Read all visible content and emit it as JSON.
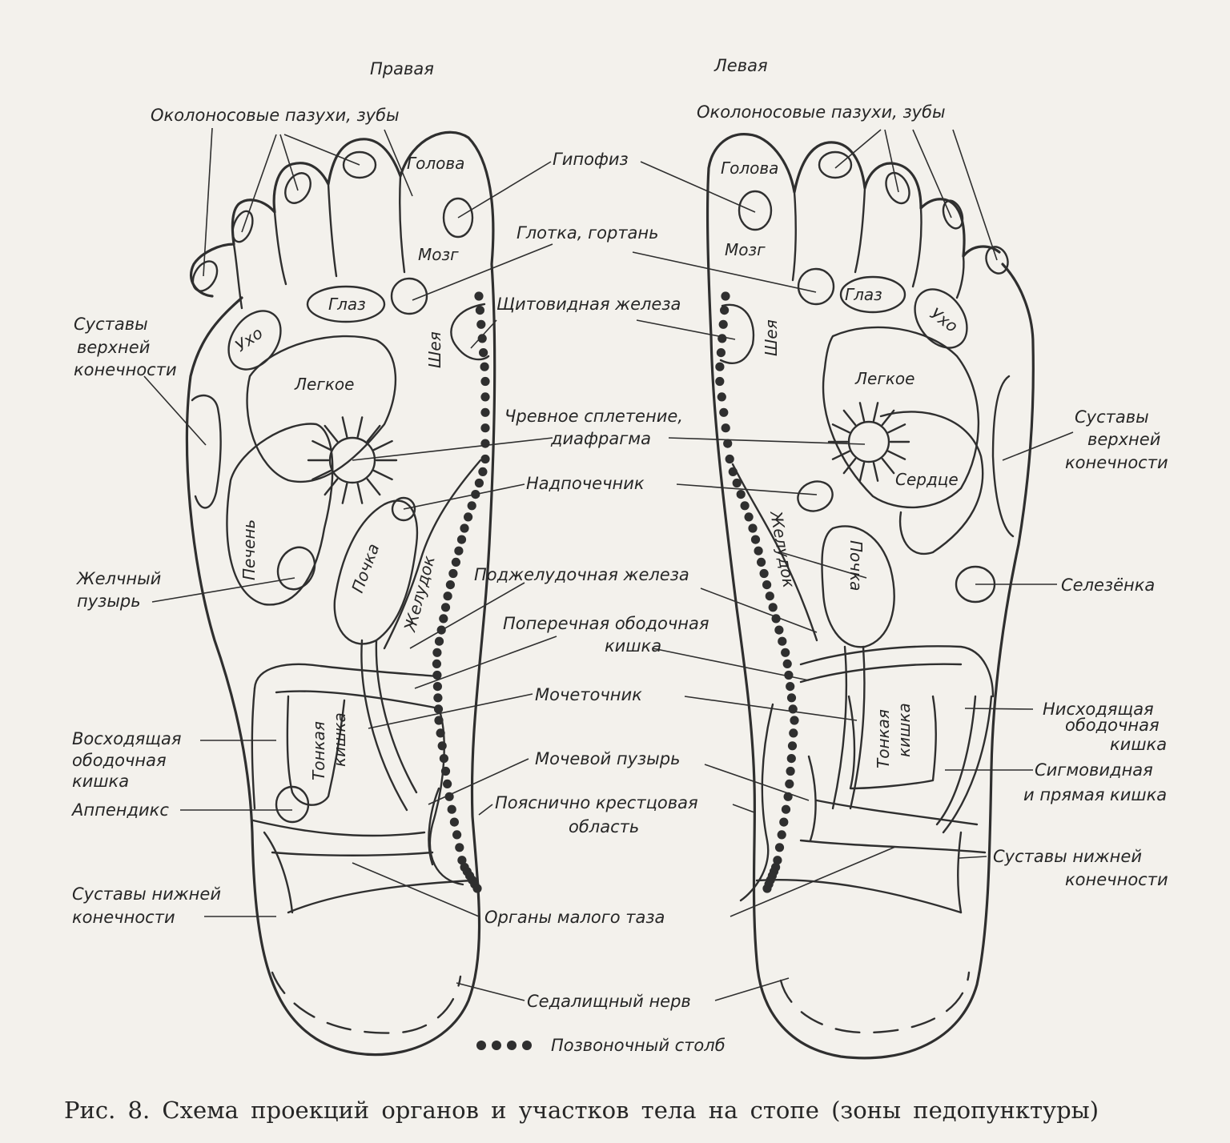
{
  "feet": {
    "right": "Правая",
    "left": "Левая"
  },
  "labels": {
    "sinuses_teeth": "Околоносовые пазухи, зубы",
    "head": "Голова",
    "pituitary": "Гипофиз",
    "brain": "Мозг",
    "pharynx_larynx": "Глотка, гортань",
    "eye": "Глаз",
    "ear": "Ухо",
    "thyroid": "Щитовидная железа",
    "neck": "Шея",
    "lung": "Легкое",
    "upper_joints": [
      "Суставы",
      "верхней",
      "конечности"
    ],
    "solar_plexus": [
      "Чревное сплетение,",
      "диафрагма"
    ],
    "heart": "Сердце",
    "adrenal": "Надпочечник",
    "liver": "Печень",
    "kidney": "Почка",
    "stomach": "Желудок",
    "spleen": "Селезёнка",
    "gallbladder": [
      "Желчный",
      "пузырь"
    ],
    "pancreas": "Поджелудочная железа",
    "transverse_colon": [
      "Поперечная ободочная",
      "кишка"
    ],
    "ureter": "Мочеточник",
    "descending_colon": [
      "Нисходящая",
      "ободочная",
      "кишка"
    ],
    "ascending_colon": [
      "Восходящая",
      "ободочная",
      "кишка"
    ],
    "small_intestine": [
      "Тонкая",
      "кишка"
    ],
    "bladder": "Мочевой пузырь",
    "sigmoid": [
      "Сигмовидная",
      "и прямая кишка"
    ],
    "appendix": "Аппендикс",
    "lumbosacral": [
      "Пояснично крестцовая",
      "область"
    ],
    "lower_joints": [
      "Суставы нижней",
      "конечности"
    ],
    "pelvic_organs": "Органы малого таза",
    "sciatic": "Седалищный нерв",
    "spine_legend": "Позвоночный столб"
  },
  "caption": "Рис. 8. Схема проекций органов и участков тела на стопе (зоны педопунктуры)"
}
